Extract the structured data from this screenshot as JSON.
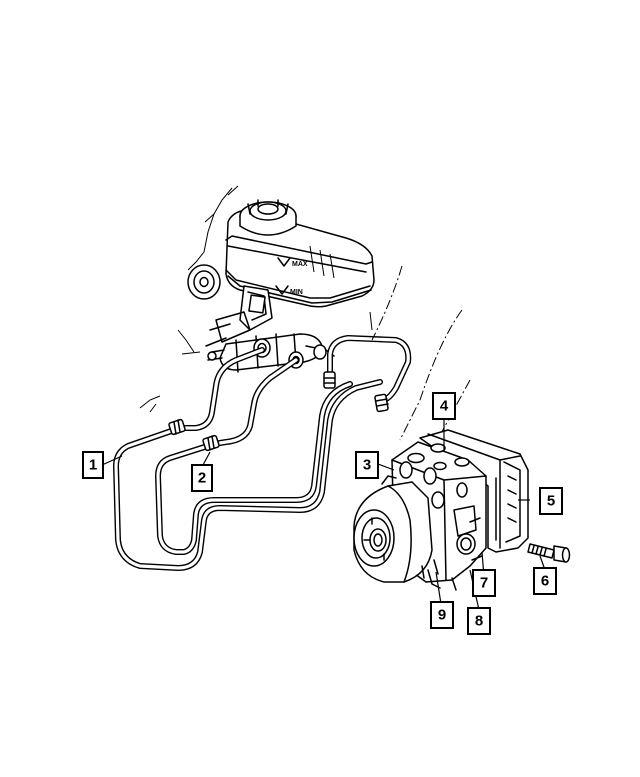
{
  "diagram": {
    "callouts": [
      {
        "id": "1",
        "label": "1"
      },
      {
        "id": "2",
        "label": "2"
      },
      {
        "id": "3",
        "label": "3"
      },
      {
        "id": "4",
        "label": "4"
      },
      {
        "id": "5",
        "label": "5"
      },
      {
        "id": "6",
        "label": "6"
      },
      {
        "id": "7",
        "label": "7"
      },
      {
        "id": "8",
        "label": "8"
      },
      {
        "id": "9",
        "label": "9"
      }
    ],
    "reservoir_embossing": "MAX",
    "reservoir_embossing_2": "MIN"
  }
}
